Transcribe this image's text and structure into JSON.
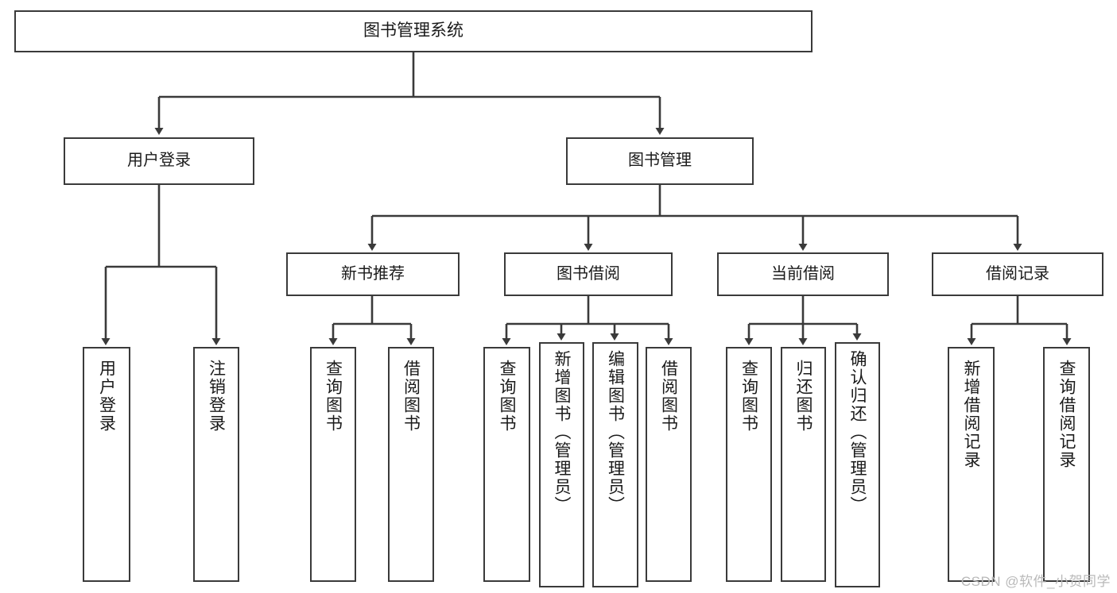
{
  "diagram": {
    "title": "图书管理系统",
    "watermark": "CSDN @软件_小贺同学",
    "colors": {
      "box_border": "#3a3a3a",
      "line": "#3a3a3a",
      "text": "#1a1a1a",
      "background": "#ffffff",
      "watermark": "#b9b9b9"
    },
    "root": {
      "label": "图书管理系统"
    },
    "level2": [
      {
        "label": "用户登录"
      },
      {
        "label": "图书管理"
      }
    ],
    "level3": [
      {
        "label": "新书推荐"
      },
      {
        "label": "图书借阅"
      },
      {
        "label": "当前借阅"
      },
      {
        "label": "借阅记录"
      }
    ],
    "leaves": {
      "user_login": [
        {
          "label": "用户登录"
        },
        {
          "label": "注销登录"
        }
      ],
      "new_book": [
        {
          "label": "查询图书"
        },
        {
          "label": "借阅图书"
        }
      ],
      "book_borrow": [
        {
          "label": "查询图书"
        },
        {
          "label": "新增图书（管理员）"
        },
        {
          "label": "编辑图书（管理员）"
        },
        {
          "label": "借阅图书"
        }
      ],
      "current_borrow": [
        {
          "label": "查询图书"
        },
        {
          "label": "归还图书"
        },
        {
          "label": "确认归还（管理员）"
        }
      ],
      "borrow_record": [
        {
          "label": "新增借阅记录"
        },
        {
          "label": "查询借阅记录"
        }
      ]
    }
  }
}
